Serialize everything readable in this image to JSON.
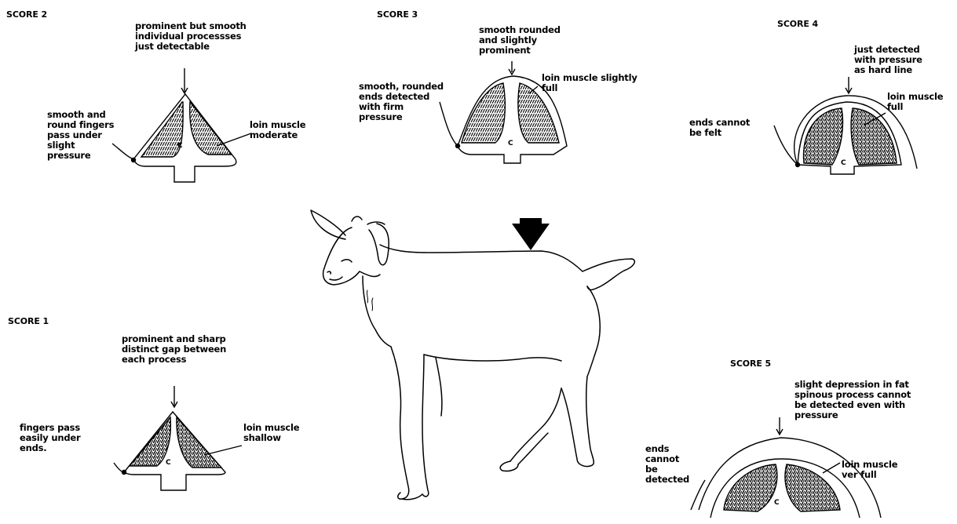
{
  "scores": [
    {
      "key": "s2",
      "title": "SCORE 2",
      "top_text": "prominent but smooth\nindividual processses\njust detectable",
      "left_text": "smooth and\nround fingers\npass under\nslight\npressure",
      "right_text": "loin muscle\nmoderate",
      "center_mark": "C"
    },
    {
      "key": "s3",
      "title": "SCORE 3",
      "top_text": "smooth rounded\nand slightly\nprominent",
      "left_text": "smooth, rounded\nends detected\nwith firm\npressure",
      "right_text": "loin muscle slightly\nfull",
      "center_mark": "C"
    },
    {
      "key": "s4",
      "title": "SCORE 4",
      "top_text": "just detected\nwith pressure\nas hard line",
      "left_text": "ends cannot\nbe felt",
      "right_text": "loin muscle\nfull",
      "center_mark": "C"
    },
    {
      "key": "s1",
      "title": "SCORE 1",
      "top_text": "prominent and sharp\ndistinct gap between\neach process",
      "left_text": "fingers pass\neasily under\nends.",
      "right_text": "loin muscle\nshallow",
      "center_mark": "C"
    },
    {
      "key": "s5",
      "title": "SCORE 5",
      "top_text": "slight depression in fat\nspinous process cannot\nbe detected even with\npressure",
      "left_text": "ends\ncannot\nbe\ndetected",
      "right_text": "loin muscle\nver full",
      "center_mark": "C"
    }
  ]
}
